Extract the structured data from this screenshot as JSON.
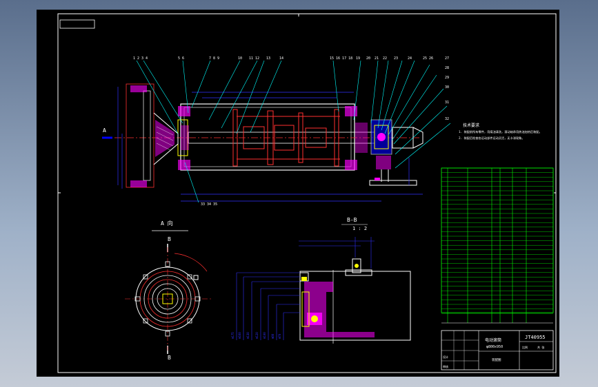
{
  "view_labels": {
    "arrow_a": "A",
    "view_a": "A 向",
    "section_b_top": "B",
    "section_b_bottom": "B",
    "section_bb": "B-B",
    "scale_bb": "1 : 2"
  },
  "tech_requirements": {
    "title": "技术要求",
    "line1": "1. 装配前所有零件，用煤油清洗，滚动轴承用热油加热后装配。",
    "line2": "2. 装配后检查各运动部件运动灵活，无卡滞现象。"
  },
  "title_block": {
    "name": "电动滚筒",
    "spec": "φ800x950",
    "drawing_no": "JT40955",
    "material": "装配图",
    "scale_label": "比例",
    "sheet_label": "共 张",
    "designer": "设计",
    "checker": "审核"
  },
  "colors": {
    "outline": "#ffffff",
    "part": "#ff3030",
    "hatch": "#ff00ff",
    "dimension": "#3030ff",
    "leader": "#00ffff",
    "bom": "#00ff00",
    "yellow": "#ffff00"
  }
}
